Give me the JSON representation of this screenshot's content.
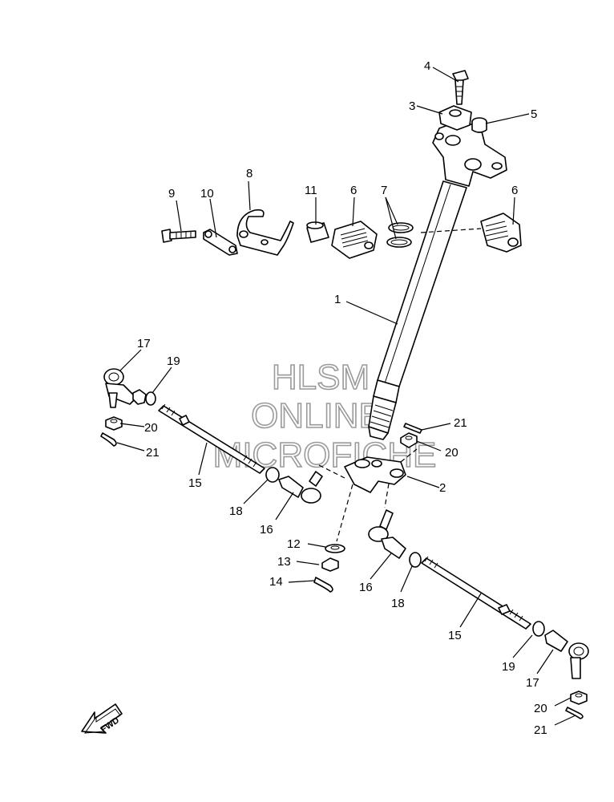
{
  "watermark": {
    "line1": "HLSM",
    "line2": "ONLINE",
    "line3": "MICROFICHE"
  },
  "fwd_label": "FWD",
  "callouts": {
    "c1": "1",
    "c2": "2",
    "c3": "3",
    "c4": "4",
    "c5": "5",
    "c6a": "6",
    "c6b": "6",
    "c7": "7",
    "c8": "8",
    "c9": "9",
    "c10": "10",
    "c11": "11",
    "c12": "12",
    "c13": "13",
    "c14": "14",
    "c15a": "15",
    "c15b": "15",
    "c16a": "16",
    "c16b": "16",
    "c17a": "17",
    "c17b": "17",
    "c18a": "18",
    "c18b": "18",
    "c19a": "19",
    "c19b": "19",
    "c20a": "20",
    "c20b": "20",
    "c20c": "20",
    "c21a": "21",
    "c21b": "21",
    "c21c": "21"
  }
}
